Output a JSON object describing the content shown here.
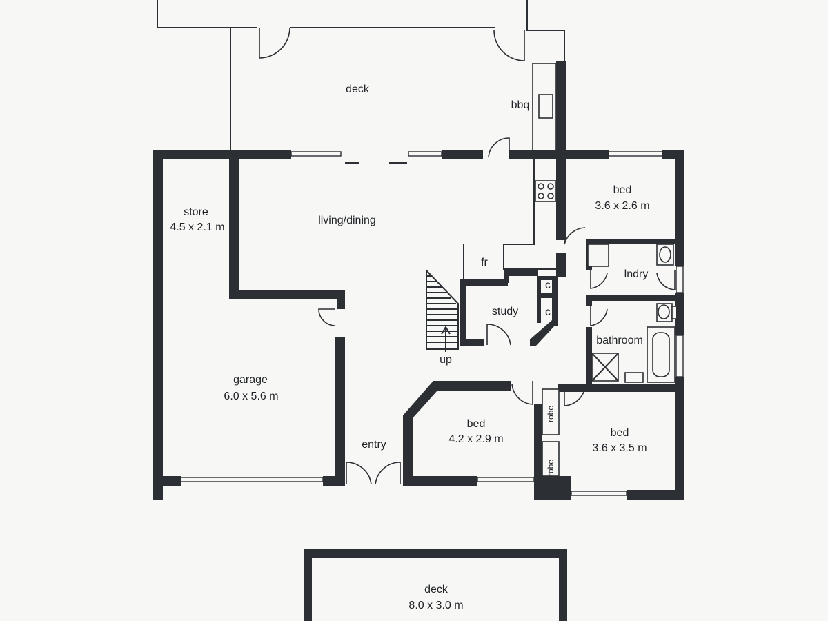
{
  "rooms": {
    "deck_top": {
      "name": "deck"
    },
    "bbq": {
      "name": "bbq"
    },
    "store": {
      "name": "store",
      "size": "4.5 x 2.1 m"
    },
    "living": {
      "name": "living/dining"
    },
    "garage": {
      "name": "garage",
      "size": "6.0 x 5.6 m"
    },
    "bed1": {
      "name": "bed",
      "size": "3.6 x 2.6 m"
    },
    "laundry": {
      "name": "lndry"
    },
    "fridge": {
      "name": "fr"
    },
    "study": {
      "name": "study"
    },
    "cupboard1": {
      "name": "c"
    },
    "cupboard2": {
      "name": "c"
    },
    "bathroom": {
      "name": "bathroom"
    },
    "stairs": {
      "name": "up"
    },
    "bed2": {
      "name": "bed",
      "size": "4.2 x 2.9 m"
    },
    "bed3": {
      "name": "bed",
      "size": "3.6 x 3.5 m"
    },
    "robe1": {
      "name": "robe"
    },
    "robe2": {
      "name": "robe"
    },
    "entry": {
      "name": "entry"
    },
    "deck_bottom": {
      "name": "deck",
      "size": "8.0 x 3.0 m"
    }
  }
}
